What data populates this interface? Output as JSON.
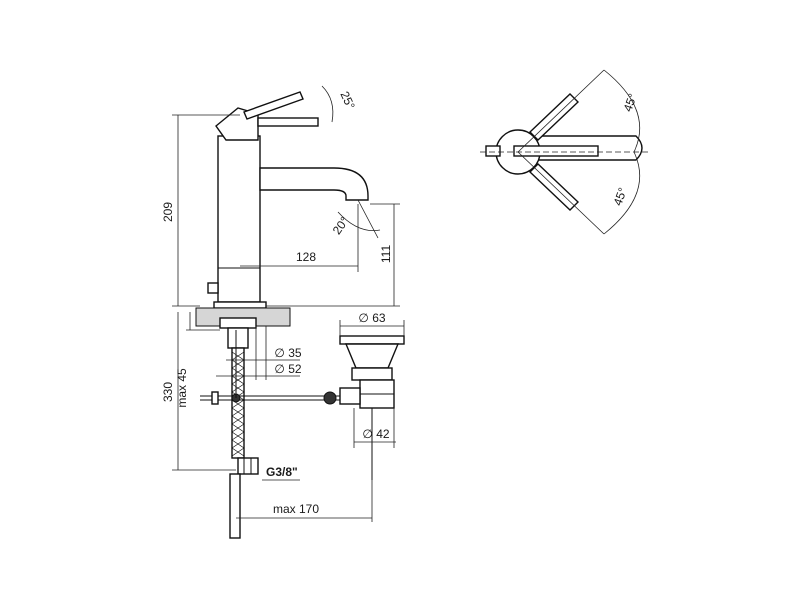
{
  "drawing": {
    "dimensions": {
      "height_209": "209",
      "height_330": "330",
      "max_45": "max 45",
      "reach_128": "128",
      "height_111": "111",
      "dia_63": "∅ 63",
      "dia_35": "∅ 35",
      "dia_52": "∅ 52",
      "dia_42": "∅ 42",
      "connection": "G3/8\"",
      "max_170": "max 170"
    },
    "angles": {
      "lever_25": "25°",
      "spout_20": "20°",
      "top_45_a": "45°",
      "top_45_b": "45°"
    }
  }
}
